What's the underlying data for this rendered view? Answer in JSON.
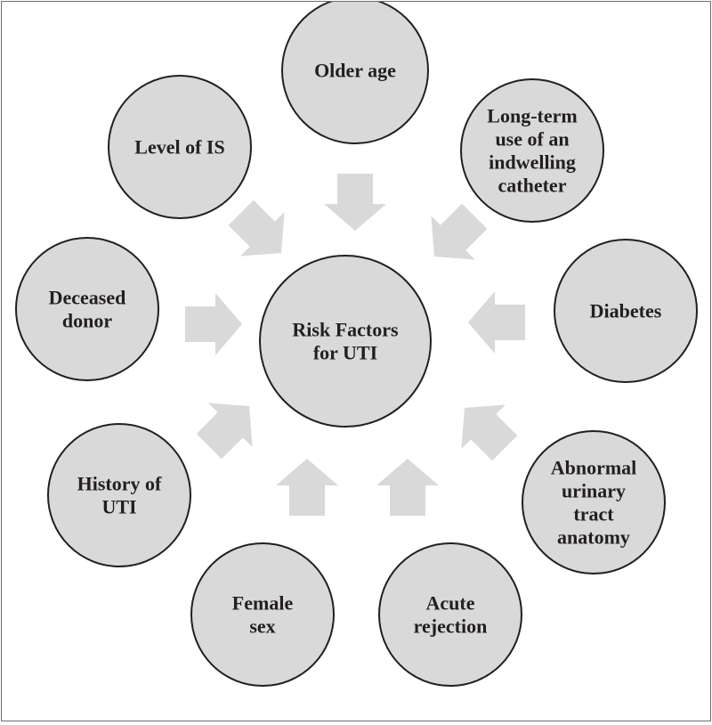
{
  "center": {
    "lines": [
      "Risk Factors",
      "for UTI"
    ]
  },
  "factors": [
    {
      "id": "older-age",
      "lines": [
        "Older age"
      ]
    },
    {
      "id": "long-term-catheter",
      "lines": [
        "Long-term",
        "use of an",
        "indwelling",
        "catheter"
      ]
    },
    {
      "id": "diabetes",
      "lines": [
        "Diabetes"
      ]
    },
    {
      "id": "abnormal-urinary-tract-anatomy",
      "lines": [
        "Abnormal",
        "urinary",
        "tract",
        "anatomy"
      ]
    },
    {
      "id": "acute-rejection",
      "lines": [
        "Acute",
        "rejection"
      ]
    },
    {
      "id": "female-sex",
      "lines": [
        "Female",
        "sex"
      ]
    },
    {
      "id": "history-of-uti",
      "lines": [
        "History of",
        "UTI"
      ]
    },
    {
      "id": "deceased-donor",
      "lines": [
        "Deceased",
        "donor"
      ]
    },
    {
      "id": "level-of-is",
      "lines": [
        "Level of IS"
      ]
    }
  ],
  "colors": {
    "circle_fill": "#d9d9d9",
    "circle_stroke": "#231f20",
    "arrow_fill": "#d9d9d9",
    "text": "#231f20"
  }
}
